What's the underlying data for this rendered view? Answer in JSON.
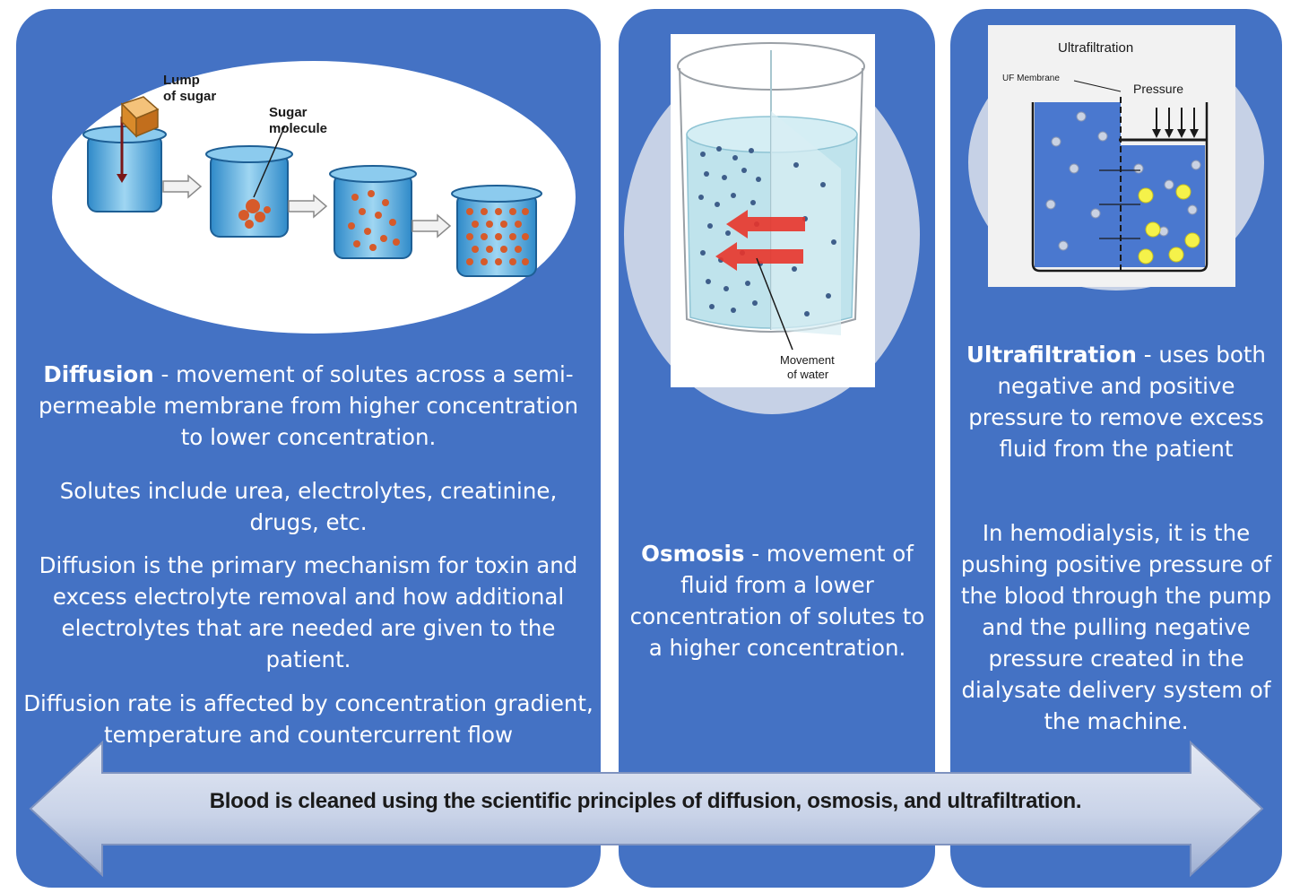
{
  "diffusion": {
    "term": "Diffusion",
    "definition": " - movement of solutes across a semi-permeable membrane from higher concentration to lower concentration.",
    "p2": "Solutes include urea, electrolytes, creatinine, drugs, etc.",
    "p3": "Diffusion is the primary mechanism for toxin and excess electrolyte removal and how additional electrolytes that are needed are given to the patient.",
    "p4": "Diffusion rate is affected by concentration gradient, temperature and countercurrent flow",
    "illustration": {
      "label_lump": "Lump of sugar",
      "label_lump_line1": "Lump",
      "label_lump_line2": "of sugar",
      "label_molecule_line1": "Sugar",
      "label_molecule_line2": "molecule"
    }
  },
  "osmosis": {
    "term": "Osmosis",
    "definition": " - movement of fluid from a lower concentration of solutes to a higher concentration.",
    "illustration": {
      "label_line1": "Movement",
      "label_line2": "of water"
    }
  },
  "ultrafiltration": {
    "term": "Ultrafiltration",
    "definition": " - uses both negative and positive pressure to remove excess fluid from the patient",
    "p2": "In hemodialysis, it is the pushing positive pressure of the blood through the pump and the pulling negative pressure created in the dialysate delivery system of the machine.",
    "illustration": {
      "title": "Ultrafiltration",
      "label_membrane": "UF Membrane",
      "label_pressure": "Pressure"
    }
  },
  "banner": {
    "text": "Blood is cleaned using the scientific principles of diffusion, osmosis, and ultrafiltration."
  },
  "colors": {
    "panel": "#4472c4",
    "arrow_light": "#d6dded",
    "arrow_dark": "#9fb0d3",
    "water": "#bfe3ec",
    "ultra_fluid": "#4a78cf",
    "solute_yellow": "#f5f24a"
  }
}
